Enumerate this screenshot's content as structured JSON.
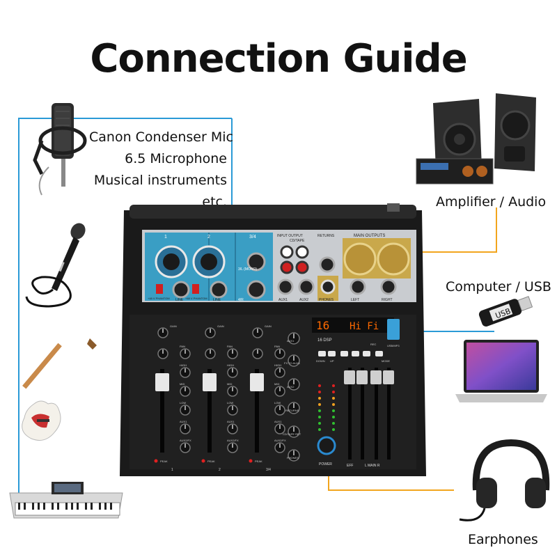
{
  "title": "Connection Guide",
  "inputs": {
    "lines": [
      "Canon Condenser Mic",
      "6.5 Microphone",
      "Musical instruments",
      "etc."
    ]
  },
  "outputs": {
    "amplifier": "Amplifier /  Audio",
    "computer": "Computer /  USB",
    "earphones": "Earphones"
  },
  "mixer": {
    "channels": [
      "1",
      "2",
      "3/4"
    ],
    "sections": {
      "input_output": "INPUT    OUTPUT",
      "cd_tape": "CD/TAPE",
      "returns": "RETURNS",
      "main_outputs": "MAIN OUTPUTS",
      "aux1": "AUX1",
      "aux2": "AUX2",
      "phones": "PHONES",
      "left": "LEFT",
      "right": "RIGHT",
      "line": "LINE",
      "phantom": "+48 V PHANTOM",
      "mono": "3/L (MONO)",
      "r4": "4/R",
      "usb": "USB/MP3"
    },
    "strip": {
      "gain": "GAIN",
      "pan": "PAN",
      "high": "HIGH",
      "mid": "MID",
      "low": "LOW",
      "aux1": "AUX1",
      "aux2fx": "AUX2/FX",
      "peak": "PEAK"
    },
    "master": {
      "display_number": "16",
      "display_text": "Hi Fi",
      "dsp": "16 DSP",
      "down": "DOWN",
      "up": "UP",
      "rec": "REC",
      "mode": "MODE",
      "aux1": "AUX1",
      "fx_to_aux1": "FX TO AUX1",
      "aux2": "AUX2",
      "returns": "RETURNS",
      "cd_tape_ret": "CD/TAPE RET",
      "phones": "PHONES",
      "power": "POWER",
      "eff": "EFF",
      "main": "L  MAIN  R"
    },
    "usb_stick_label": "USB"
  },
  "colors": {
    "line_blue": "#2a9ad6",
    "line_orange": "#f2a51d",
    "panel_blue": "#3a9ec4",
    "panel_gray": "#c9ccd0",
    "gold": "#c9a84b"
  }
}
